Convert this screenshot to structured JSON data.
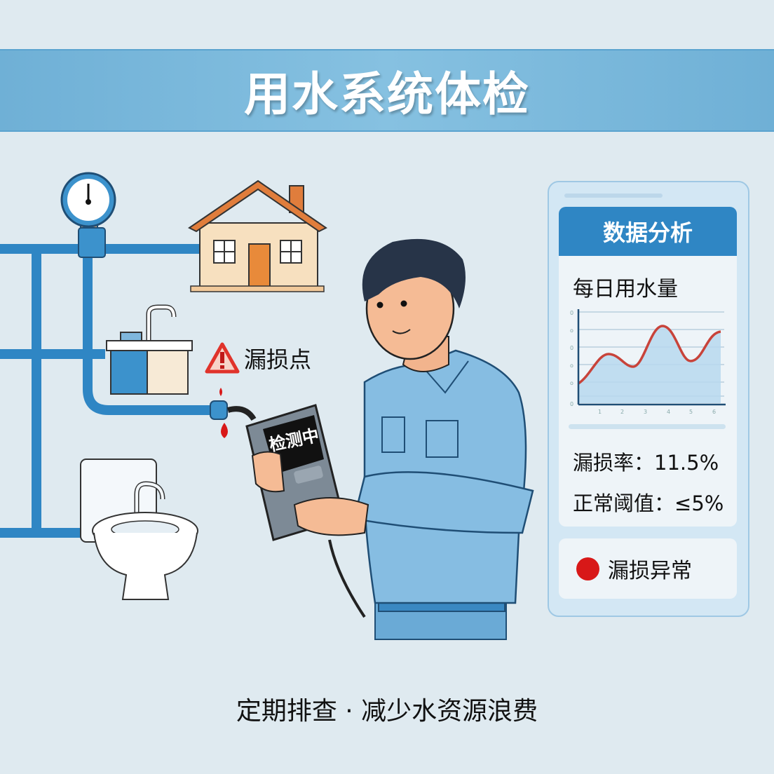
{
  "banner": {
    "title": "用水系统体检"
  },
  "scene": {
    "pressure_gauge": "pressure-gauge-icon",
    "house": "house-icon",
    "sink": "sink-icon",
    "toilet": "toilet-icon",
    "worker": "worker-figure",
    "detector_screen_text": "检测中",
    "leak_label": "漏损点",
    "leak_icon": "warning-triangle-icon",
    "leak_drop": "water-drop-icon"
  },
  "card": {
    "header": "数据分析",
    "chart_title": "每日用水量",
    "leak_rate_label": "漏损率：",
    "leak_rate_value": "11.5%",
    "threshold_label": "正常阈值：",
    "threshold_value": "≤5%",
    "status_text": "漏损异常",
    "status_color": "#d81818"
  },
  "footer": {
    "text": "定期排查 · 减少水资源浪费"
  },
  "colors": {
    "banner": "#7ab8dc",
    "pipe": "#2f86c4",
    "accent_red": "#d81818",
    "background": "#dfeaf0"
  },
  "chart_data": {
    "type": "area",
    "title": "每日用水量",
    "x": [
      1,
      2,
      3,
      4,
      5,
      6
    ],
    "values": [
      1.1,
      2.2,
      1.7,
      4.1,
      2.3,
      3.9
    ],
    "xlabel": "",
    "ylabel": "",
    "ylim": [
      0,
      5
    ],
    "grid": true,
    "series_color": "#c8433a",
    "fill_color": "#b7d8ee"
  }
}
